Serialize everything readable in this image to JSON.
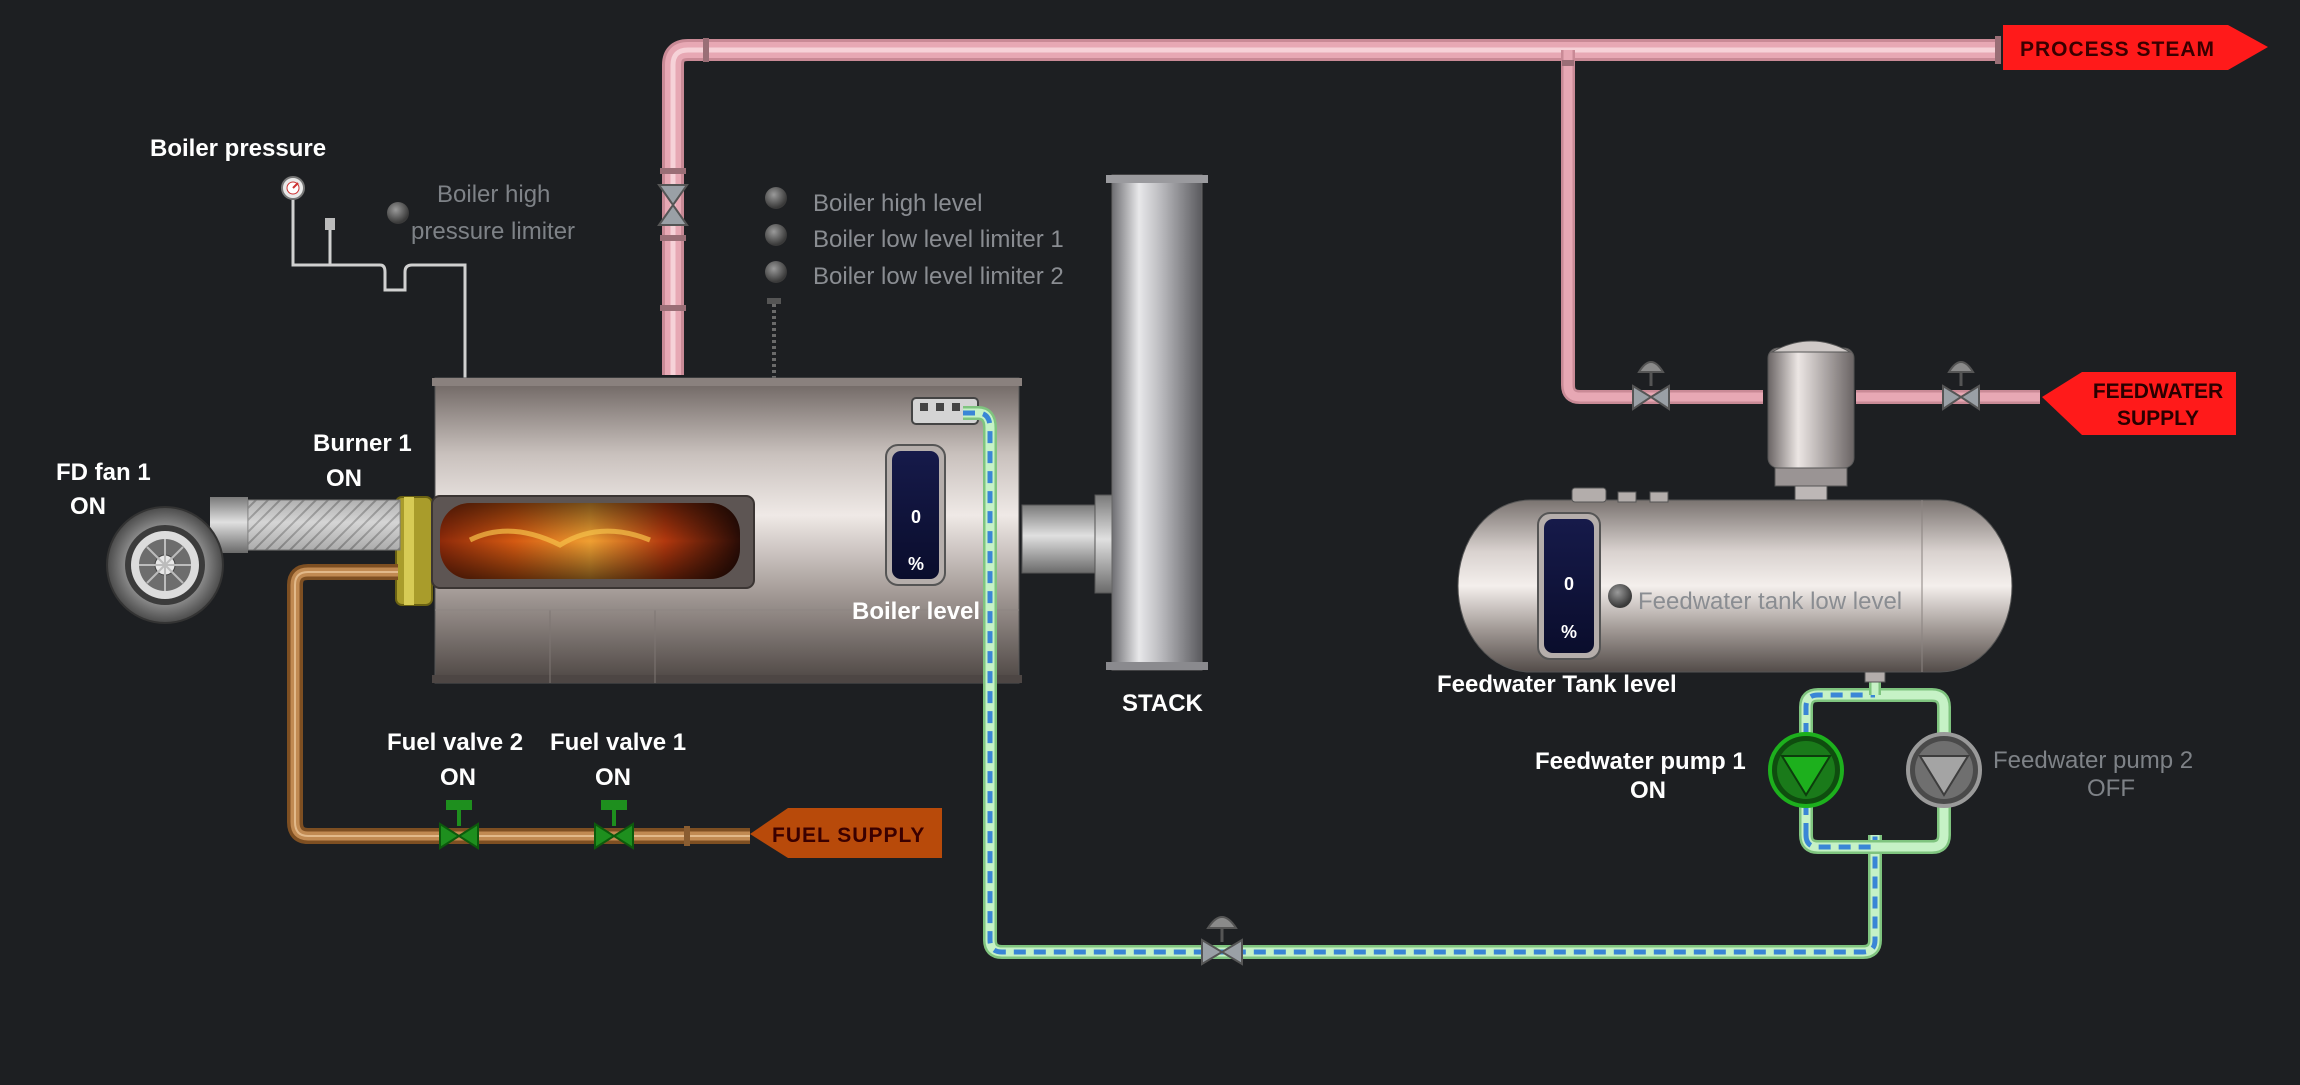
{
  "labels": {
    "boiler_pressure": "Boiler pressure",
    "boiler_high_pressure_1": "Boiler high",
    "boiler_high_pressure_2": "pressure limiter",
    "boiler_high_level": "Boiler high level",
    "boiler_low_level_1": "Boiler low level limiter 1",
    "boiler_low_level_2": "Boiler low level limiter 2",
    "fd_fan": "FD fan 1",
    "fd_fan_state": "ON",
    "burner": "Burner 1",
    "burner_state": "ON",
    "boiler_level": "Boiler level",
    "stack": "STACK",
    "fuel_valve_2": "Fuel valve 2",
    "fuel_valve_2_state": "ON",
    "fuel_valve_1": "Fuel valve 1",
    "fuel_valve_1_state": "ON",
    "feedwater_tank_level": "Feedwater Tank level",
    "feedwater_tank_low_level": "Feedwater tank low level",
    "feedwater_pump_1": "Feedwater pump 1",
    "feedwater_pump_1_state": "ON",
    "feedwater_pump_2": "Feedwater pump 2",
    "feedwater_pump_2_state": "OFF"
  },
  "tags": {
    "process_steam": "PROCESS STEAM",
    "feedwater_supply_1": "FEEDWATER",
    "feedwater_supply_2": "SUPPLY",
    "fuel_supply": "FUEL  SUPPLY"
  },
  "gauges": {
    "boiler_level_value": "0",
    "boiler_level_unit": "%",
    "feedwater_level_value": "0",
    "feedwater_level_unit": "%"
  },
  "colors": {
    "background": "#1d1f22",
    "steam_pipe": "#e7a8b4",
    "fuel_pipe": "#b77a3c",
    "water_pipe_light": "#a8e6a8",
    "water_pipe_dash": "#3a86d6",
    "alarm_tag": "#ff1a1a",
    "fuel_tag": "#b84a0a",
    "valve_on": "#1e8f1e",
    "pump_on": "#1db01d",
    "pump_off": "#8c8c8c"
  }
}
